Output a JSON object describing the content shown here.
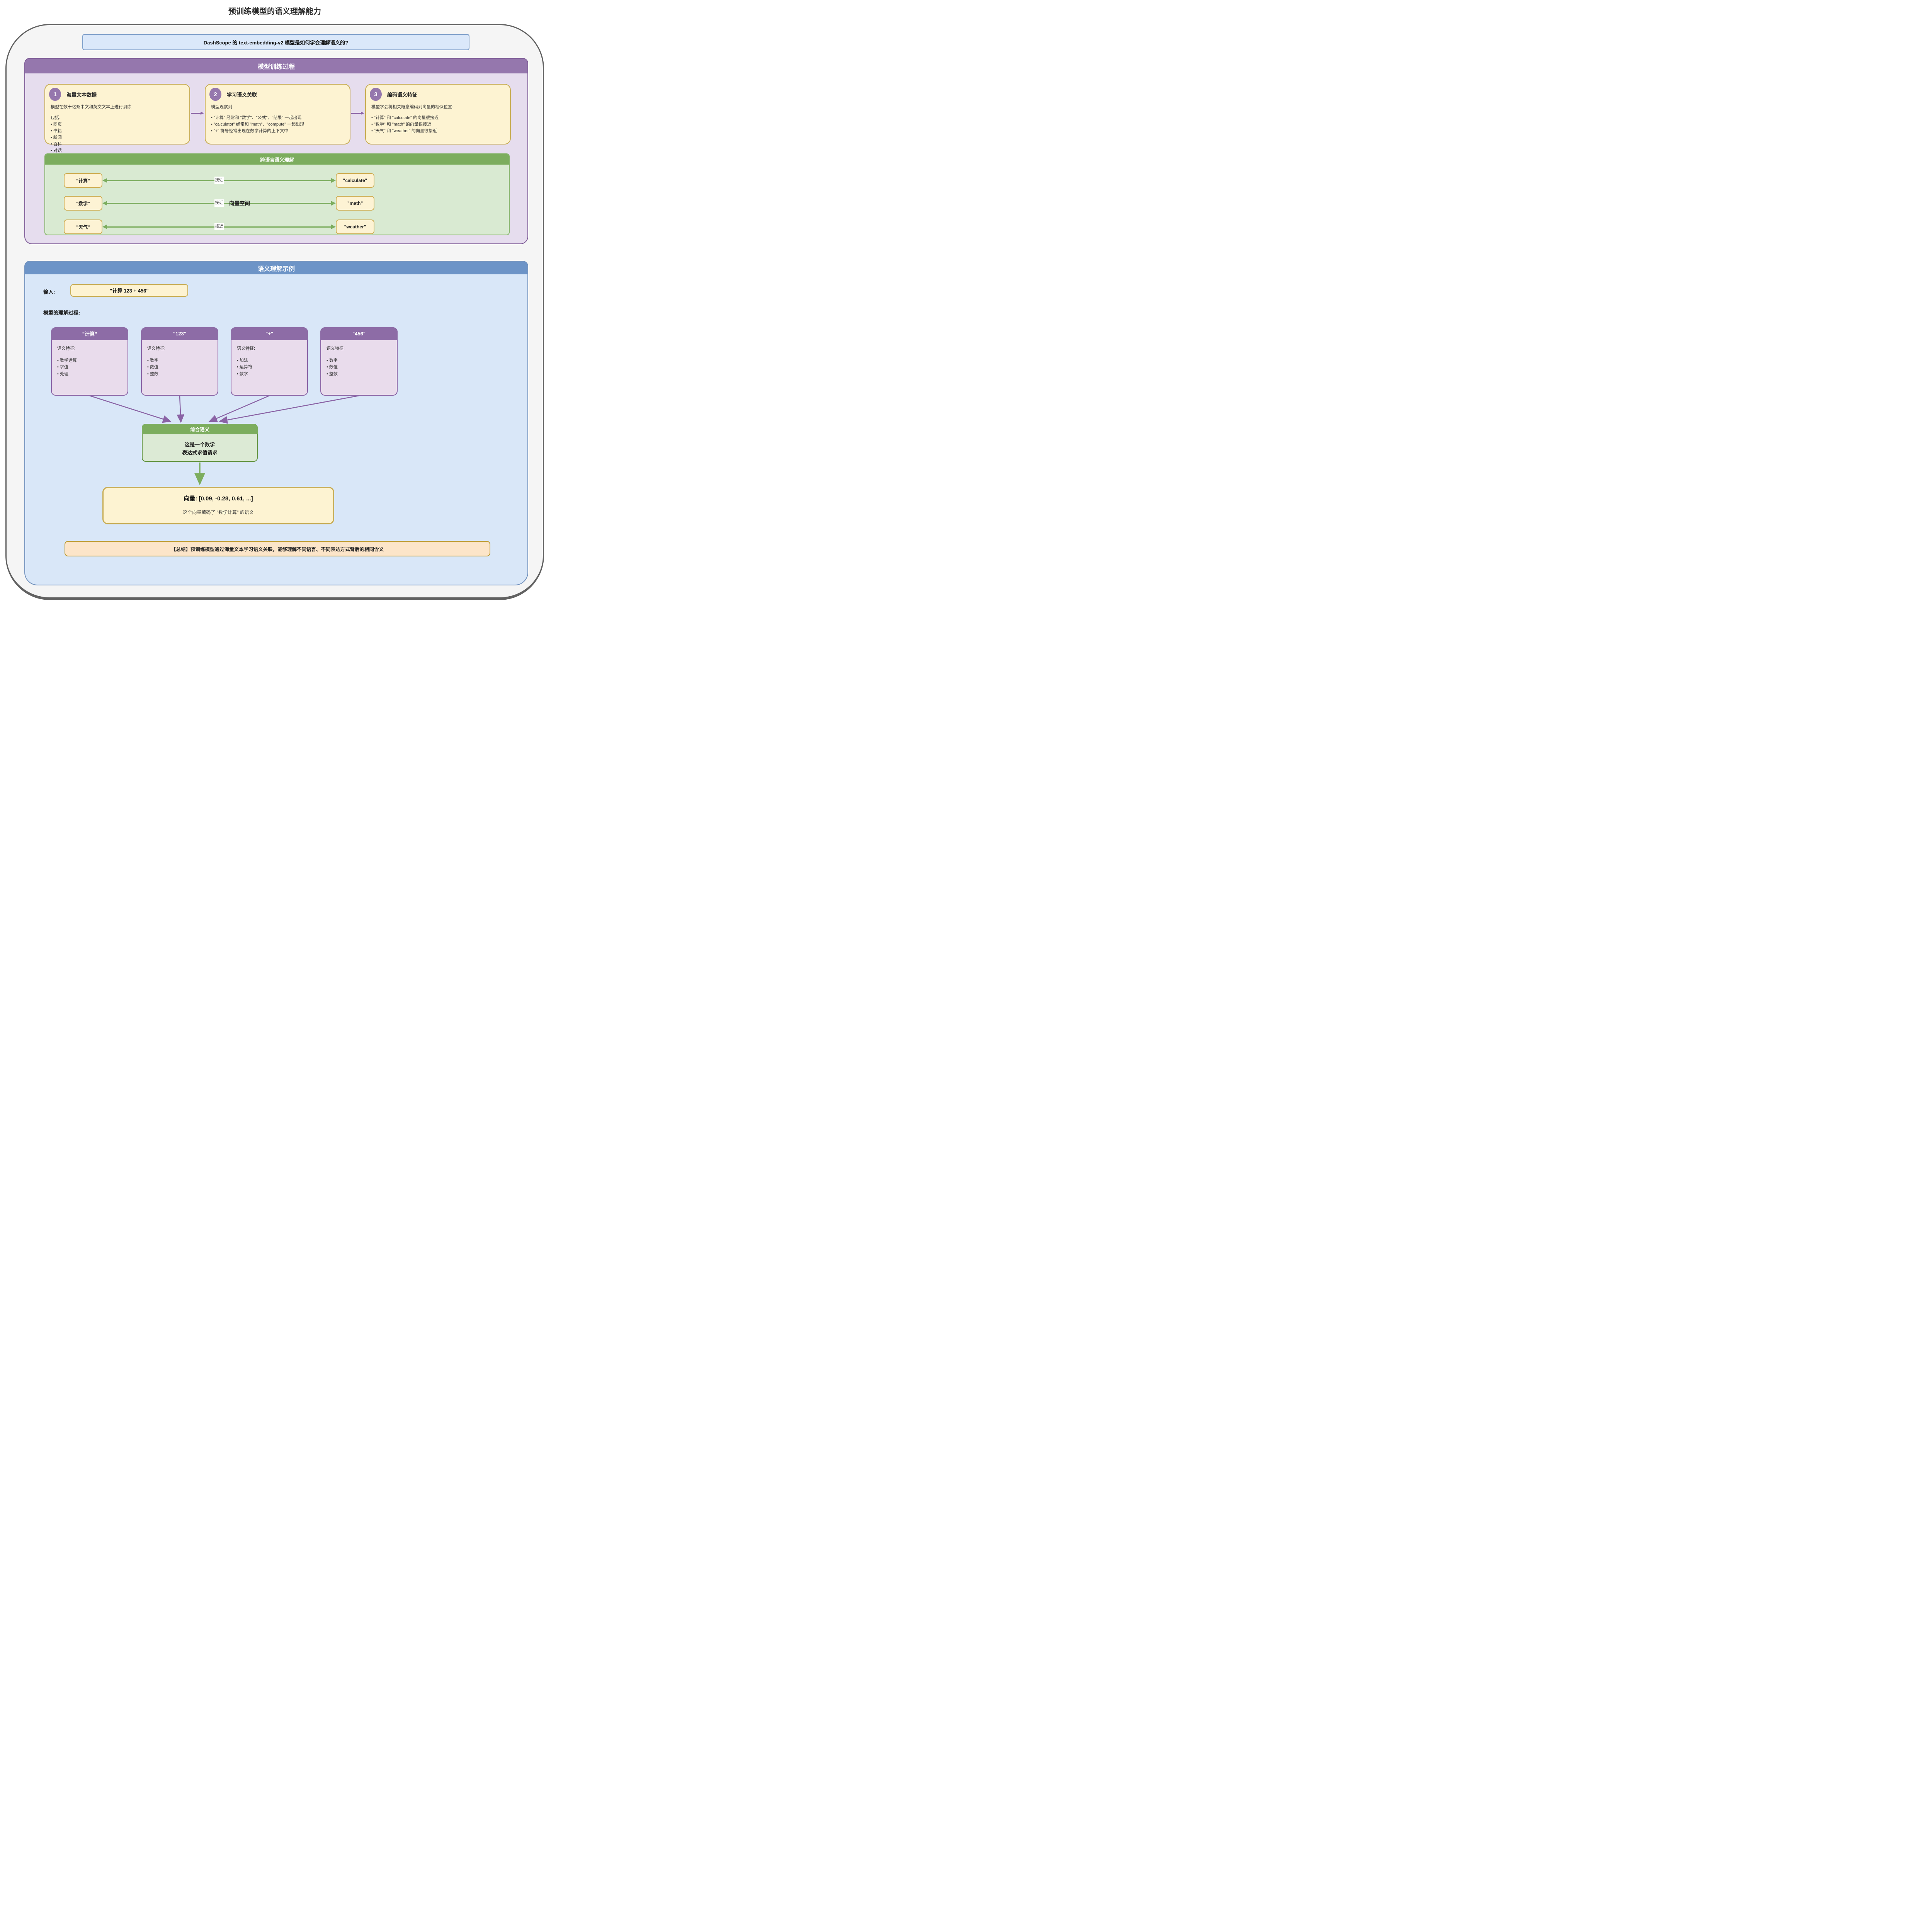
{
  "page": {
    "title": "预训练模型的语义理解能力"
  },
  "banner": {
    "text": "DashScope 的 text-embedding-v2 模型是如何学会理解语义的?"
  },
  "colors": {
    "purple_header": "#9577ad",
    "purple_panel": "#e6ddee",
    "purple_card_header": "#8d6ca6",
    "arrow_purple": "#8a63a5",
    "green_header": "#7cad5e",
    "green_panel": "#d9ead2",
    "blue_header": "#6d94c7",
    "blue_panel": "#d9e7f8",
    "banner_fill": "#dbe8fa",
    "yellow_fill": "#fdf3d2",
    "yellow_border": "#c8ad55",
    "summary_fill": "#fce5c9",
    "summary_border": "#bf9b30",
    "outer_border": "#616161"
  },
  "training": {
    "header": "模型训练过程",
    "steps": [
      {
        "num": "1",
        "title": "海量文本数据",
        "intro": "模型在数十亿条中文和英文文本上进行训练",
        "lines": [
          "包括:",
          "• 网页",
          "• 书籍",
          "• 新闻",
          "• 百科",
          "• 对话"
        ]
      },
      {
        "num": "2",
        "title": "学习语义关联",
        "intro": "模型观察到:",
        "lines": [
          "• \"计算\" 经常和 \"数学\"、\"公式\"、\"结果\" 一起出现",
          "• \"calculator\" 经常和 \"math\"、\"compute\" 一起出现",
          "• \"+\" 符号经常出现在数学计算的上下文中"
        ]
      },
      {
        "num": "3",
        "title": "编码语义特征",
        "intro": "模型学会将相关概念编码到向量的相似位置:",
        "lines": [
          "• \"计算\" 和 \"calculate\" 的向量很接近",
          "• \"数学\" 和 \"math\" 的向量很接近",
          "• \"天气\" 和 \"weather\" 的向量很接近"
        ]
      }
    ],
    "crosslang": {
      "header": "跨语言语义理解",
      "vector_space_label": "向量空间",
      "rows": [
        {
          "left": "\"计算\"",
          "right": "\"calculate\"",
          "label": "接近"
        },
        {
          "left": "\"数学\"",
          "right": "\"math\"",
          "label": "接近"
        },
        {
          "left": "\"天气\"",
          "right": "\"weather\"",
          "label": "接近"
        }
      ]
    }
  },
  "example": {
    "header": "语义理解示例",
    "input_label": "输入:",
    "input_value": "\"计算 123 + 456\"",
    "process_label": "模型的理解过程:",
    "tokens": [
      {
        "title": "\"计算\"",
        "feature_label": "语义特征:",
        "features": [
          "• 数学运算",
          "• 求值",
          "• 处理"
        ]
      },
      {
        "title": "\"123\"",
        "feature_label": "语义特征:",
        "features": [
          "• 数字",
          "• 数值",
          "• 整数"
        ]
      },
      {
        "title": "\"+\"",
        "feature_label": "语义特征:",
        "features": [
          "• 加法",
          "• 运算符",
          "• 数学"
        ]
      },
      {
        "title": "\"456\"",
        "feature_label": "语义特征:",
        "features": [
          "• 数字",
          "• 数值",
          "• 整数"
        ]
      }
    ],
    "combined": {
      "header": "综合语义",
      "line1": "这是一个数学",
      "line2": "表达式求值请求"
    },
    "vector": {
      "line1": "向量: [0.09, -0.28, 0.61, ...]",
      "line2": "这个向量编码了 \"数学计算\" 的语义"
    },
    "summary": "【总结】预训练模型通过海量文本学习语义关联，能够理解不同语言、不同表达方式背后的相同含义"
  }
}
